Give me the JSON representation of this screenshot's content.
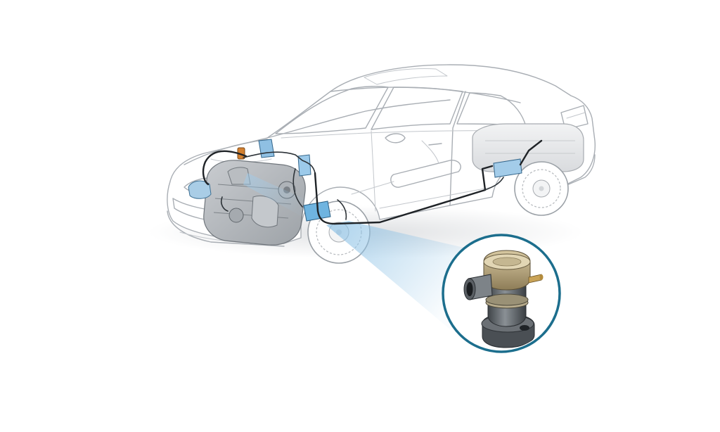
{
  "colors": {
    "background": "#ffffff",
    "callout_ring": "#1c6e8d",
    "highlight_beam": "#8fc3e6",
    "component_highlight": "#6fb4e0",
    "valve_body": "#5f6469",
    "valve_cap": "#b6a37a",
    "fuel_tank": "#e9eaec"
  },
  "icons": {
    "car": "sedan-cutaway",
    "engine": "engine-block",
    "valve": "air-pump-check-valve"
  }
}
